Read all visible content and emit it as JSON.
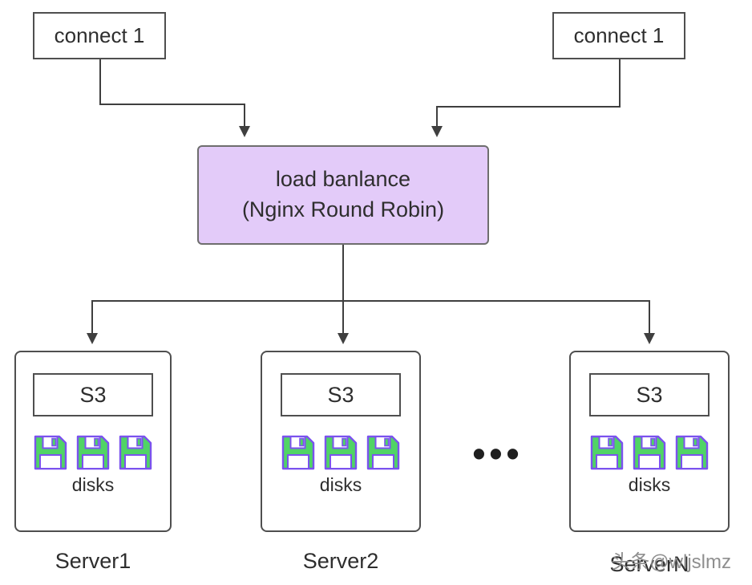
{
  "diagram": {
    "clients": [
      {
        "label": "connect 1"
      },
      {
        "label": "connect 1"
      }
    ],
    "load_balancer": {
      "line1": "load banlance",
      "line2": "(Nginx Round Robin)"
    },
    "servers": [
      {
        "name": "Server1",
        "storage_label": "S3",
        "disks_label": "disks",
        "disk_count": 3
      },
      {
        "name": "Server2",
        "storage_label": "S3",
        "disks_label": "disks",
        "disk_count": 3
      },
      {
        "name": "ServerN",
        "storage_label": "S3",
        "disks_label": "disks",
        "disk_count": 3
      }
    ],
    "ellipsis": "•••",
    "watermark": "头条@wljslmz"
  },
  "colors": {
    "lb_fill": "#e3cbf9",
    "line": "#3f3f3f",
    "box_border": "#4f4f4f",
    "disk_green": "#50d465",
    "disk_purple": "#7b52ee",
    "watermark_gray": "#8f8f8f",
    "text": "#2e2e2e"
  }
}
